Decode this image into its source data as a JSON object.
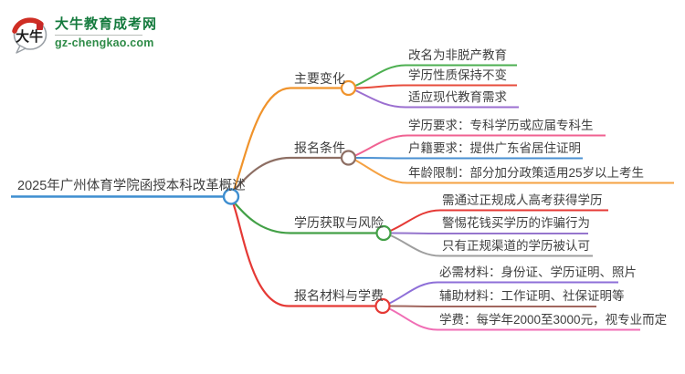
{
  "logo": {
    "title": "大牛教育成考网",
    "subtitle": "gz-chengkao.com",
    "mark_text": "大牛",
    "title_color": "#147a3d",
    "subtitle_color": "#2e8b47",
    "mark_red": "#cf2e24",
    "mark_outline": "#9aa0a6"
  },
  "mindmap": {
    "root": {
      "label": "2025年广州体育学院函授本科改革概述",
      "color": "#3e8ed0"
    },
    "branches": [
      {
        "label": "主要变化",
        "color": "#f0932b",
        "children": [
          {
            "label": "改名为非脱产教育",
            "color": "#4caf50"
          },
          {
            "label": "学历性质保持不变",
            "color": "#e74c3c"
          },
          {
            "label": "适应现代教育需求",
            "color": "#9b6fd0"
          }
        ]
      },
      {
        "label": "报名条件",
        "color": "#8d6e63",
        "children": [
          {
            "label": "学历要求：专科学历或应届专科生",
            "color": "#f06292"
          },
          {
            "label": "户籍要求：提供广东省居住证明",
            "color": "#4a90d2"
          },
          {
            "label": "年龄限制：部分加分政策适用25岁以上考生",
            "color": "#f5a142"
          }
        ]
      },
      {
        "label": "学历获取与风险",
        "color": "#43a047",
        "children": [
          {
            "label": "需通过正规成人高考获得学历",
            "color": "#e53935"
          },
          {
            "label": "警惕花钱买学历的诈骗行为",
            "color": "#9575cd"
          },
          {
            "label": "只有正规渠道的学历被认可",
            "color": "#9e9e9e"
          }
        ]
      },
      {
        "label": "报名材料与学费",
        "color": "#e53935",
        "children": [
          {
            "label": "必需材料：身份证、学历证明、照片",
            "color": "#8e6fd8"
          },
          {
            "label": "辅助材料：工作证明、社保证明等",
            "color": "#a1665e"
          },
          {
            "label": "学费：每学年2000至3000元，视专业而定",
            "color": "#f06eb5"
          }
        ]
      }
    ]
  }
}
